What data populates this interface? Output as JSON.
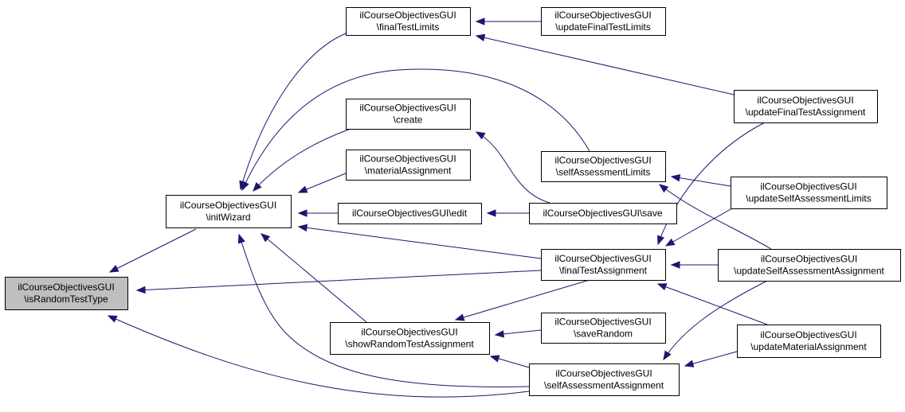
{
  "graph": {
    "colors": {
      "edge": "#191970",
      "node_border": "#000000",
      "current_fill": "#bfbfbf",
      "node_fill": "#ffffff"
    },
    "nodes": {
      "isRandomTestType": {
        "lines": [
          "ilCourseObjectivesGUI",
          "\\isRandomTestType"
        ],
        "current": true
      },
      "initWizard": {
        "lines": [
          "ilCourseObjectivesGUI",
          "\\initWizard"
        ]
      },
      "finalTestLimits": {
        "lines": [
          "ilCourseObjectivesGUI",
          "\\finalTestLimits"
        ]
      },
      "create": {
        "lines": [
          "ilCourseObjectivesGUI",
          "\\create"
        ]
      },
      "materialAssignment": {
        "lines": [
          "ilCourseObjectivesGUI",
          "\\materialAssignment"
        ]
      },
      "edit": {
        "lines": [
          "ilCourseObjectivesGUI\\edit"
        ]
      },
      "showRandomTestAssignment": {
        "lines": [
          "ilCourseObjectivesGUI",
          "\\showRandomTestAssignment"
        ]
      },
      "updateFinalTestLimits": {
        "lines": [
          "ilCourseObjectivesGUI",
          "\\updateFinalTestLimits"
        ]
      },
      "selfAssessmentLimits": {
        "lines": [
          "ilCourseObjectivesGUI",
          "\\selfAssessmentLimits"
        ]
      },
      "save": {
        "lines": [
          "ilCourseObjectivesGUI\\save"
        ]
      },
      "finalTestAssignment": {
        "lines": [
          "ilCourseObjectivesGUI",
          "\\finalTestAssignment"
        ]
      },
      "saveRandom": {
        "lines": [
          "ilCourseObjectivesGUI",
          "\\saveRandom"
        ]
      },
      "selfAssessmentAssignment": {
        "lines": [
          "ilCourseObjectivesGUI",
          "\\selfAssessmentAssignment"
        ]
      },
      "updateFinalTestAssignment": {
        "lines": [
          "ilCourseObjectivesGUI",
          "\\updateFinalTestAssignment"
        ]
      },
      "updateSelfAssessmentLimits": {
        "lines": [
          "ilCourseObjectivesGUI",
          "\\updateSelfAssessmentLimits"
        ]
      },
      "updateSelfAssessmentAssignment": {
        "lines": [
          "ilCourseObjectivesGUI",
          "\\updateSelfAssessmentAssignment"
        ]
      },
      "updateMaterialAssignment": {
        "lines": [
          "ilCourseObjectivesGUI",
          "\\updateMaterialAssignment"
        ]
      }
    },
    "edges": [
      {
        "from": "initWizard",
        "to": "isRandomTestType"
      },
      {
        "from": "finalTestAssignment",
        "to": "isRandomTestType"
      },
      {
        "from": "selfAssessmentAssignment",
        "to": "isRandomTestType"
      },
      {
        "from": "finalTestLimits",
        "to": "initWizard"
      },
      {
        "from": "selfAssessmentLimits",
        "to": "initWizard"
      },
      {
        "from": "create",
        "to": "initWizard"
      },
      {
        "from": "materialAssignment",
        "to": "initWizard"
      },
      {
        "from": "edit",
        "to": "initWizard"
      },
      {
        "from": "finalTestAssignment",
        "to": "initWizard"
      },
      {
        "from": "showRandomTestAssignment",
        "to": "initWizard"
      },
      {
        "from": "selfAssessmentAssignment",
        "to": "initWizard"
      },
      {
        "from": "updateFinalTestLimits",
        "to": "finalTestLimits"
      },
      {
        "from": "updateFinalTestAssignment",
        "to": "finalTestLimits"
      },
      {
        "from": "save",
        "to": "create"
      },
      {
        "from": "save",
        "to": "edit"
      },
      {
        "from": "updateSelfAssessmentLimits",
        "to": "selfAssessmentLimits"
      },
      {
        "from": "updateSelfAssessmentAssignment",
        "to": "selfAssessmentLimits"
      },
      {
        "from": "updateFinalTestAssignment",
        "to": "finalTestAssignment"
      },
      {
        "from": "updateSelfAssessmentLimits",
        "to": "finalTestAssignment"
      },
      {
        "from": "updateSelfAssessmentAssignment",
        "to": "finalTestAssignment"
      },
      {
        "from": "updateMaterialAssignment",
        "to": "finalTestAssignment"
      },
      {
        "from": "finalTestAssignment",
        "to": "showRandomTestAssignment"
      },
      {
        "from": "saveRandom",
        "to": "showRandomTestAssignment"
      },
      {
        "from": "selfAssessmentAssignment",
        "to": "showRandomTestAssignment"
      },
      {
        "from": "updateSelfAssessmentAssignment",
        "to": "selfAssessmentAssignment"
      },
      {
        "from": "updateMaterialAssignment",
        "to": "selfAssessmentAssignment"
      }
    ]
  }
}
